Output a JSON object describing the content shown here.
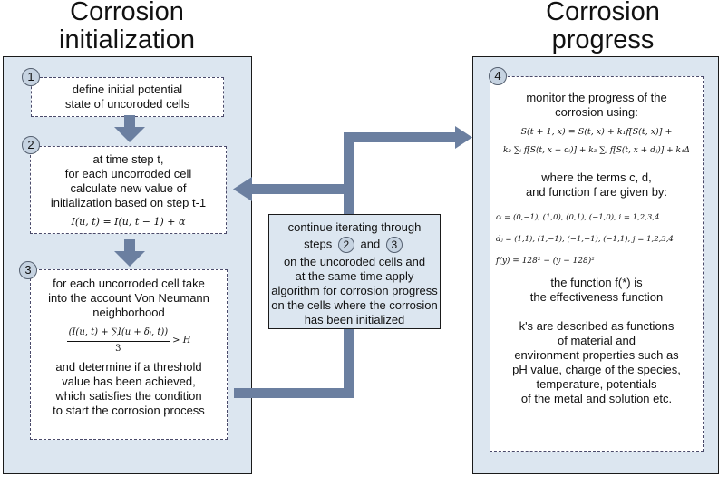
{
  "titles": {
    "left_line1": "Corrosion",
    "left_line2": "initialization",
    "right_line1": "Corrosion",
    "right_line2": "progress"
  },
  "steps": {
    "s1": {
      "number": "1",
      "line1": "define initial potential",
      "line2": "state of uncoroded cells"
    },
    "s2": {
      "number": "2",
      "line1": "at time step t,",
      "line2": "for each uncorroded cell",
      "line3": "calculate new value of",
      "line4": "initialization based on step t-1",
      "formula": "I(u, t)  =  I(u, t − 1)  +  α"
    },
    "s3": {
      "number": "3",
      "line1": "for each uncorroded cell take",
      "line2": "into the account Von Neumann",
      "line3": "neighborhood",
      "formula_num": "(I(u, t)  +  ∑I(u  +  δᵢ, t))",
      "formula_den": "3",
      "formula_rhs": "> H",
      "line4": "and determine if a threshold",
      "line5": "value has been achieved,",
      "line6": "which satisfies the condition",
      "line7": "to start the corrosion process"
    },
    "s4": {
      "number": "4",
      "line1": "monitor the progress of the",
      "line2": "corrosion using:",
      "eq_line1": "S(t + 1, x) = S(t, x) + k₁f[S(t, x)] +",
      "eq_line2": "k₂ ∑ᵢ f[S(t, x + cᵢ)] + k₃ ∑ⱼ f[S(t, x + dⱼ)] + k₄Δ",
      "line3": "where the terms c, d,",
      "line4": "and function f are given by:",
      "c_def": "cᵢ = (0,−1), (1,0), (0,1), (−1,0),  i = 1,2,3,4",
      "d_def": "dⱼ = (1,1), (1,−1), (−1,−1), (−1,1),  j = 1,2,3,4",
      "f_def": "f(y) = 128² − (y − 128)²",
      "line5": "the function f(*) is",
      "line6": "the effectiveness function",
      "line7": "k's are described as functions",
      "line8": "of material and",
      "line9": "environment properties such as",
      "line10": "pH value, charge of the species,",
      "line11": "temperature, potentials",
      "line12": "of the metal and solution etc."
    }
  },
  "middle": {
    "line1": "continue iterating through",
    "line2_pre": "steps",
    "line2_c1": "2",
    "line2_mid": "and",
    "line2_c2": "3",
    "line3": "on the uncoroded cells and",
    "line4": "at the same time apply",
    "line5": "algorithm for corrosion progress",
    "line6": "on the cells where the corrosion",
    "line7": "has been initialized"
  },
  "colors": {
    "panel_fill": "#dce6f0",
    "arrow": "#6b7fa0",
    "circle_fill": "#c6d3e1",
    "dashed_border": "#4a4a6a"
  }
}
